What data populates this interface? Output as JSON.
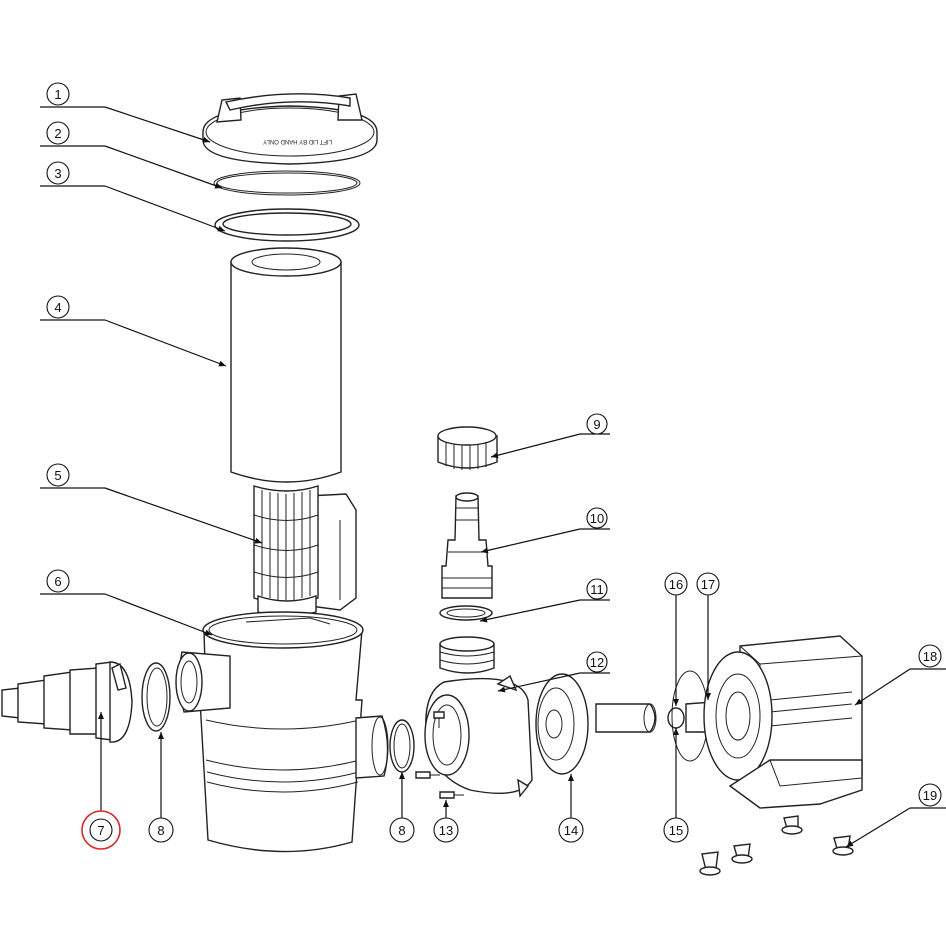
{
  "diagram": {
    "lid_text": "LIFT LID BY HAND ONLY",
    "highlight_color": "#d62828",
    "line_color": "#222222",
    "callouts": [
      {
        "id": "c1",
        "label": "1",
        "highlighted": false
      },
      {
        "id": "c2",
        "label": "2",
        "highlighted": false
      },
      {
        "id": "c3",
        "label": "3",
        "highlighted": false
      },
      {
        "id": "c4",
        "label": "4",
        "highlighted": false
      },
      {
        "id": "c5",
        "label": "5",
        "highlighted": false
      },
      {
        "id": "c6",
        "label": "6",
        "highlighted": false
      },
      {
        "id": "c7",
        "label": "7",
        "highlighted": true
      },
      {
        "id": "c8a",
        "label": "8",
        "highlighted": false
      },
      {
        "id": "c8b",
        "label": "8",
        "highlighted": false
      },
      {
        "id": "c9",
        "label": "9",
        "highlighted": false
      },
      {
        "id": "c10",
        "label": "10",
        "highlighted": false
      },
      {
        "id": "c11",
        "label": "11",
        "highlighted": false
      },
      {
        "id": "c12",
        "label": "12",
        "highlighted": false
      },
      {
        "id": "c13",
        "label": "13",
        "highlighted": false
      },
      {
        "id": "c14",
        "label": "14",
        "highlighted": false
      },
      {
        "id": "c15",
        "label": "15",
        "highlighted": false
      },
      {
        "id": "c16",
        "label": "16",
        "highlighted": false
      },
      {
        "id": "c17",
        "label": "17",
        "highlighted": false
      },
      {
        "id": "c18",
        "label": "18",
        "highlighted": false
      },
      {
        "id": "c19",
        "label": "19",
        "highlighted": false
      }
    ]
  }
}
